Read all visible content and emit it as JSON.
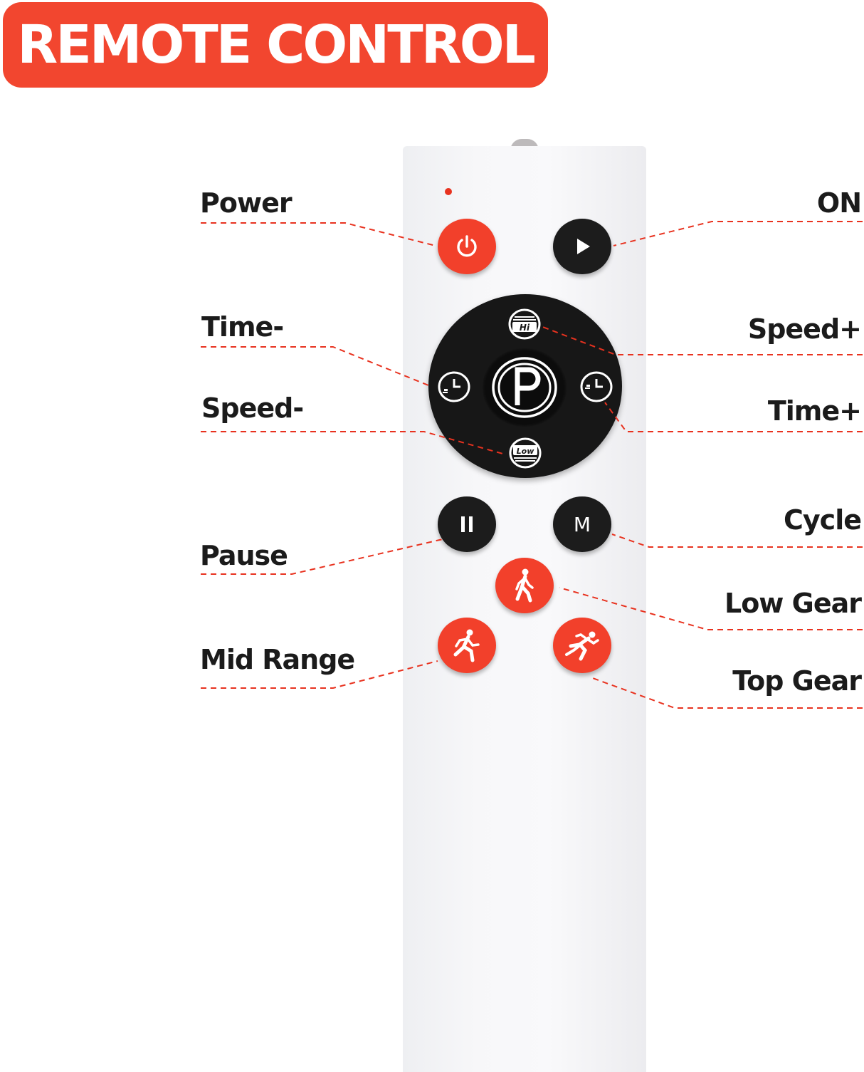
{
  "banner": {
    "title": "REMOTE CONTROL"
  },
  "colors": {
    "accent": "#f2402b",
    "button_dark": "#1c1c1c",
    "label_text": "#1b1b1b",
    "leader_line": "#e8321f"
  },
  "remote": {
    "buttons": [
      {
        "id": "power",
        "icon": "power-icon"
      },
      {
        "id": "on",
        "icon": "play-icon"
      },
      {
        "id": "speed-plus",
        "icon": "hi-icon",
        "text": "Hi"
      },
      {
        "id": "time-minus",
        "icon": "clock-icon"
      },
      {
        "id": "center",
        "icon": "p-logo-icon",
        "text": "P"
      },
      {
        "id": "time-plus",
        "icon": "clock-icon"
      },
      {
        "id": "speed-minus",
        "icon": "low-icon",
        "text": "Low"
      },
      {
        "id": "pause",
        "icon": "pause-icon"
      },
      {
        "id": "cycle",
        "icon": "m-icon",
        "text": "M"
      },
      {
        "id": "low-gear",
        "icon": "walking-icon"
      },
      {
        "id": "mid-range",
        "icon": "running-icon"
      },
      {
        "id": "top-gear",
        "icon": "sprinting-icon"
      }
    ]
  },
  "labels": {
    "power": "Power",
    "on": "ON",
    "time_minus": "Time-",
    "speed_plus": "Speed+",
    "speed_minus": "Speed-",
    "time_plus": "Time+",
    "cycle": "Cycle",
    "pause": "Pause",
    "low_gear": "Low Gear",
    "mid_range": "Mid Range",
    "top_gear": "Top Gear"
  }
}
